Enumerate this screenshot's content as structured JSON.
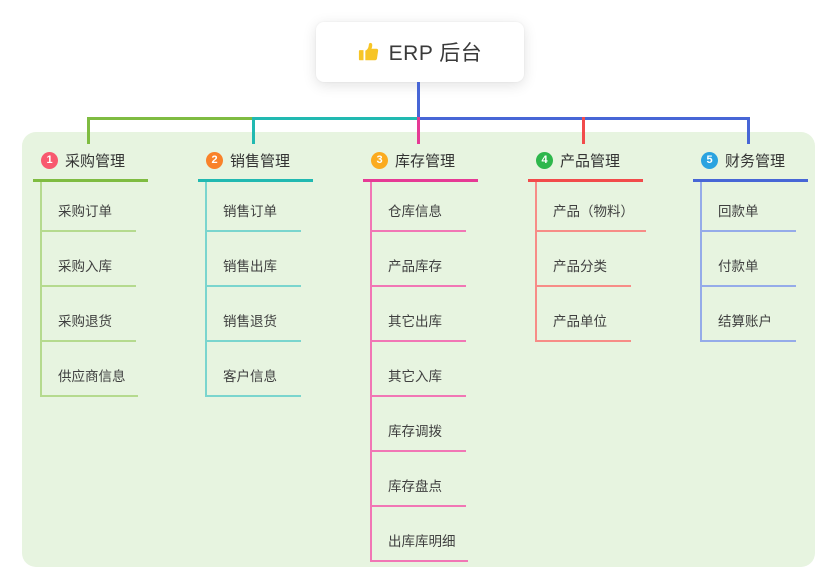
{
  "root": {
    "icon": "thumbs-up",
    "label": "ERP 后台"
  },
  "panel_color": "#e7f4e0",
  "trunk_color": "#4766d6",
  "branches": [
    {
      "index": "1",
      "label": "采购管理",
      "badge_color": "#f8586e",
      "main_color": "#7fbc41",
      "light_color": "#b5da8e",
      "children": [
        "采购订单",
        "采购入库",
        "采购退货",
        "供应商信息"
      ]
    },
    {
      "index": "2",
      "label": "销售管理",
      "badge_color": "#f9822a",
      "main_color": "#21b9b1",
      "light_color": "#7ad5ce",
      "children": [
        "销售订单",
        "销售出库",
        "销售退货",
        "客户信息"
      ]
    },
    {
      "index": "3",
      "label": "库存管理",
      "badge_color": "#fbab1f",
      "main_color": "#e63a95",
      "light_color": "#f176b5",
      "children": [
        "仓库信息",
        "产品库存",
        "其它出库",
        "其它入库",
        "库存调拨",
        "库存盘点",
        "出库库明细"
      ]
    },
    {
      "index": "4",
      "label": "产品管理",
      "badge_color": "#2eb74c",
      "main_color": "#f24b4b",
      "light_color": "#f78c87",
      "children": [
        "产品（物料）",
        "产品分类",
        "产品单位"
      ]
    },
    {
      "index": "5",
      "label": "财务管理",
      "badge_color": "#2aa3e0",
      "main_color": "#4766d6",
      "light_color": "#95abe9",
      "children": [
        "回款单",
        "付款单",
        "结算账户"
      ]
    }
  ]
}
